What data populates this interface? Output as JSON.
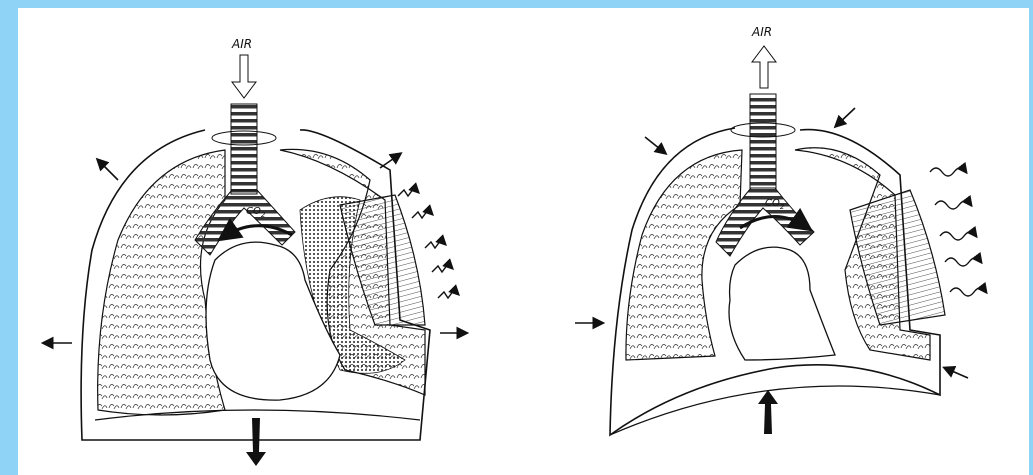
{
  "diagram": {
    "left": {
      "air_label": "AIR",
      "gas_label": "CO",
      "gas_subscript": "2"
    },
    "right": {
      "air_label": "AIR",
      "gas_label": "CO",
      "gas_subscript": "2"
    }
  },
  "colors": {
    "frame_band": "#8fd3f7",
    "ink": "#111111"
  }
}
